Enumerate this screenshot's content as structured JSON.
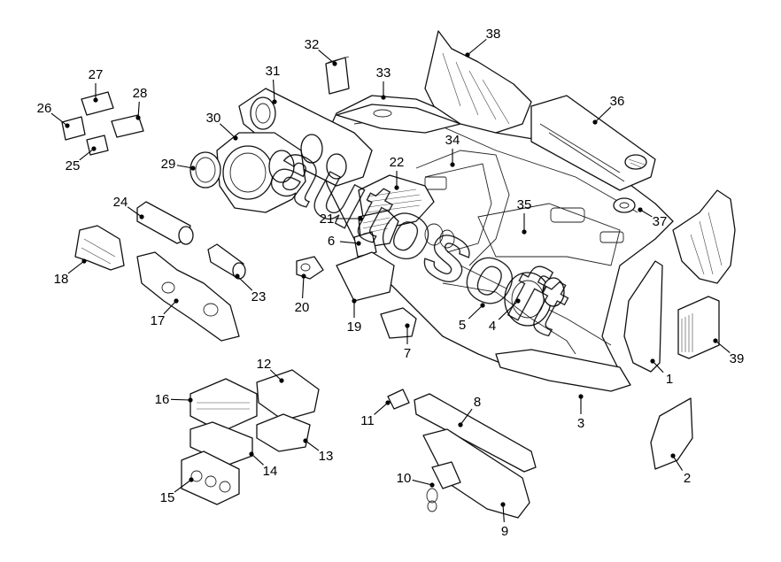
{
  "diagram": {
    "watermark": "autosoft",
    "callouts": [
      {
        "id": "1",
        "label": "1"
      },
      {
        "id": "2",
        "label": "2"
      },
      {
        "id": "3",
        "label": "3"
      },
      {
        "id": "4",
        "label": "4"
      },
      {
        "id": "5",
        "label": "5"
      },
      {
        "id": "6",
        "label": "6"
      },
      {
        "id": "7",
        "label": "7"
      },
      {
        "id": "8",
        "label": "8"
      },
      {
        "id": "9",
        "label": "9"
      },
      {
        "id": "10",
        "label": "10"
      },
      {
        "id": "11",
        "label": "11"
      },
      {
        "id": "12",
        "label": "12"
      },
      {
        "id": "13",
        "label": "13"
      },
      {
        "id": "14",
        "label": "14"
      },
      {
        "id": "15",
        "label": "15"
      },
      {
        "id": "16",
        "label": "16"
      },
      {
        "id": "17",
        "label": "17"
      },
      {
        "id": "18",
        "label": "18"
      },
      {
        "id": "19",
        "label": "19"
      },
      {
        "id": "20",
        "label": "20"
      },
      {
        "id": "21",
        "label": "21"
      },
      {
        "id": "22",
        "label": "22"
      },
      {
        "id": "23",
        "label": "23"
      },
      {
        "id": "24",
        "label": "24"
      },
      {
        "id": "25",
        "label": "25"
      },
      {
        "id": "26",
        "label": "26"
      },
      {
        "id": "27",
        "label": "27"
      },
      {
        "id": "28",
        "label": "28"
      },
      {
        "id": "29",
        "label": "29"
      },
      {
        "id": "30",
        "label": "30"
      },
      {
        "id": "31",
        "label": "31"
      },
      {
        "id": "32",
        "label": "32"
      },
      {
        "id": "33",
        "label": "33"
      },
      {
        "id": "34",
        "label": "34"
      },
      {
        "id": "35",
        "label": "35"
      },
      {
        "id": "36",
        "label": "36"
      },
      {
        "id": "37",
        "label": "37"
      },
      {
        "id": "38",
        "label": "38"
      },
      {
        "id": "39",
        "label": "39"
      }
    ]
  }
}
